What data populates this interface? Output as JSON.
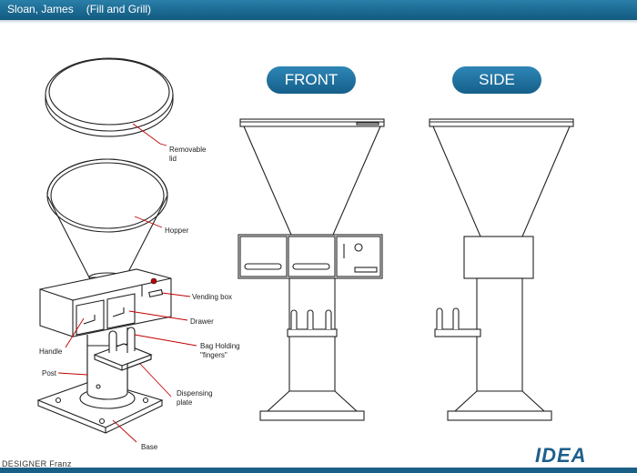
{
  "header": {
    "name": "Sloan, James",
    "subtitle": "(Fill and Grill)",
    "color": "#1b6a92"
  },
  "views": {
    "front": "FRONT",
    "side": "SIDE"
  },
  "labels": {
    "removable_lid": "Removable\nlid",
    "hopper": "Hopper",
    "vending_box": "Vending box",
    "drawer": "Drawer",
    "bag_holding": "Bag Holding\n\"fingers\"",
    "handle": "Handle",
    "post": "Post",
    "dispensing_plate": "Dispensing\nplate",
    "base": "Base"
  },
  "footer": {
    "designer": "DESIGNER Franz",
    "logo": "IDEA"
  },
  "colors": {
    "accent": "#1b6a92",
    "leader_line": "#c00000"
  }
}
